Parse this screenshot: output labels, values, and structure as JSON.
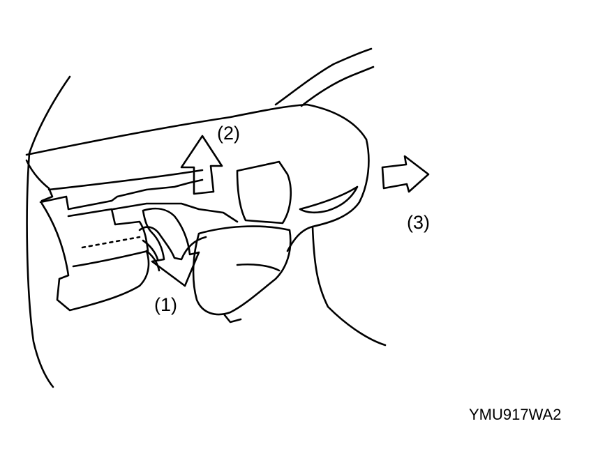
{
  "diagram": {
    "callouts": {
      "step1": "(1)",
      "step2": "(2)",
      "step3": "(3)"
    },
    "figure_code": "YMU917WA2",
    "line_color": "#000000",
    "background_color": "#ffffff"
  }
}
